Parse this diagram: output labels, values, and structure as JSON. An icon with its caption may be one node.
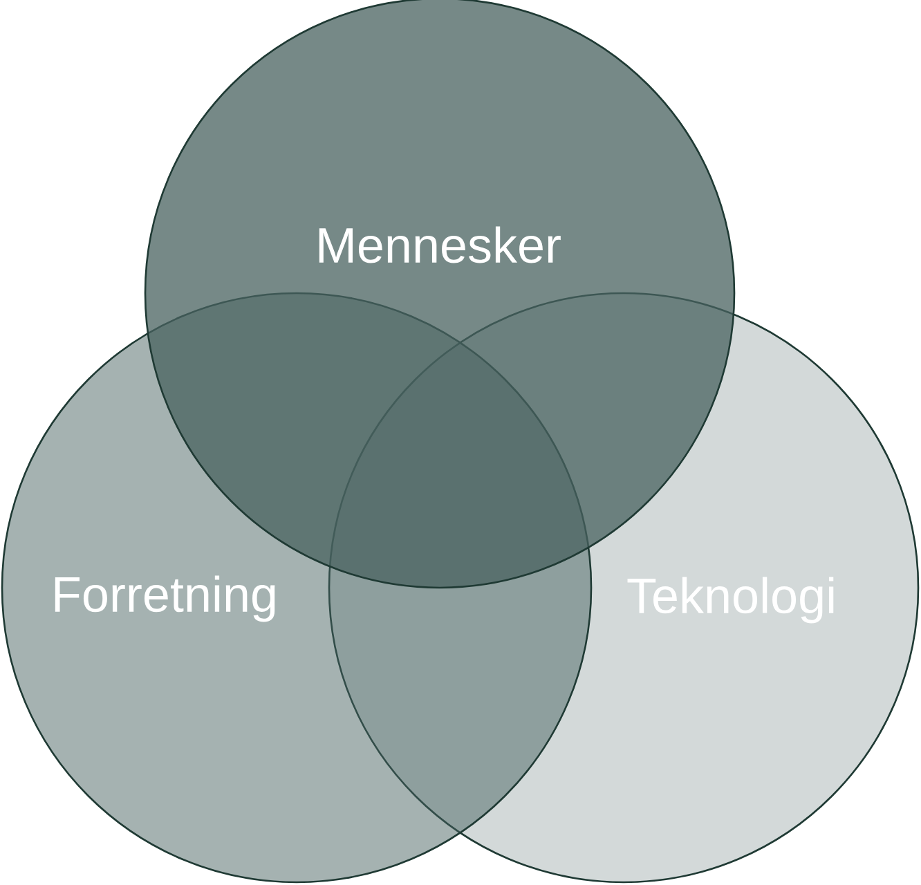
{
  "diagram": {
    "nodes": [
      {
        "text": [
          "Mennesker"
        ]
      },
      {
        "text": [
          "Forretning"
        ]
      },
      {
        "text": [
          "Teknologi"
        ]
      }
    ]
  }
}
